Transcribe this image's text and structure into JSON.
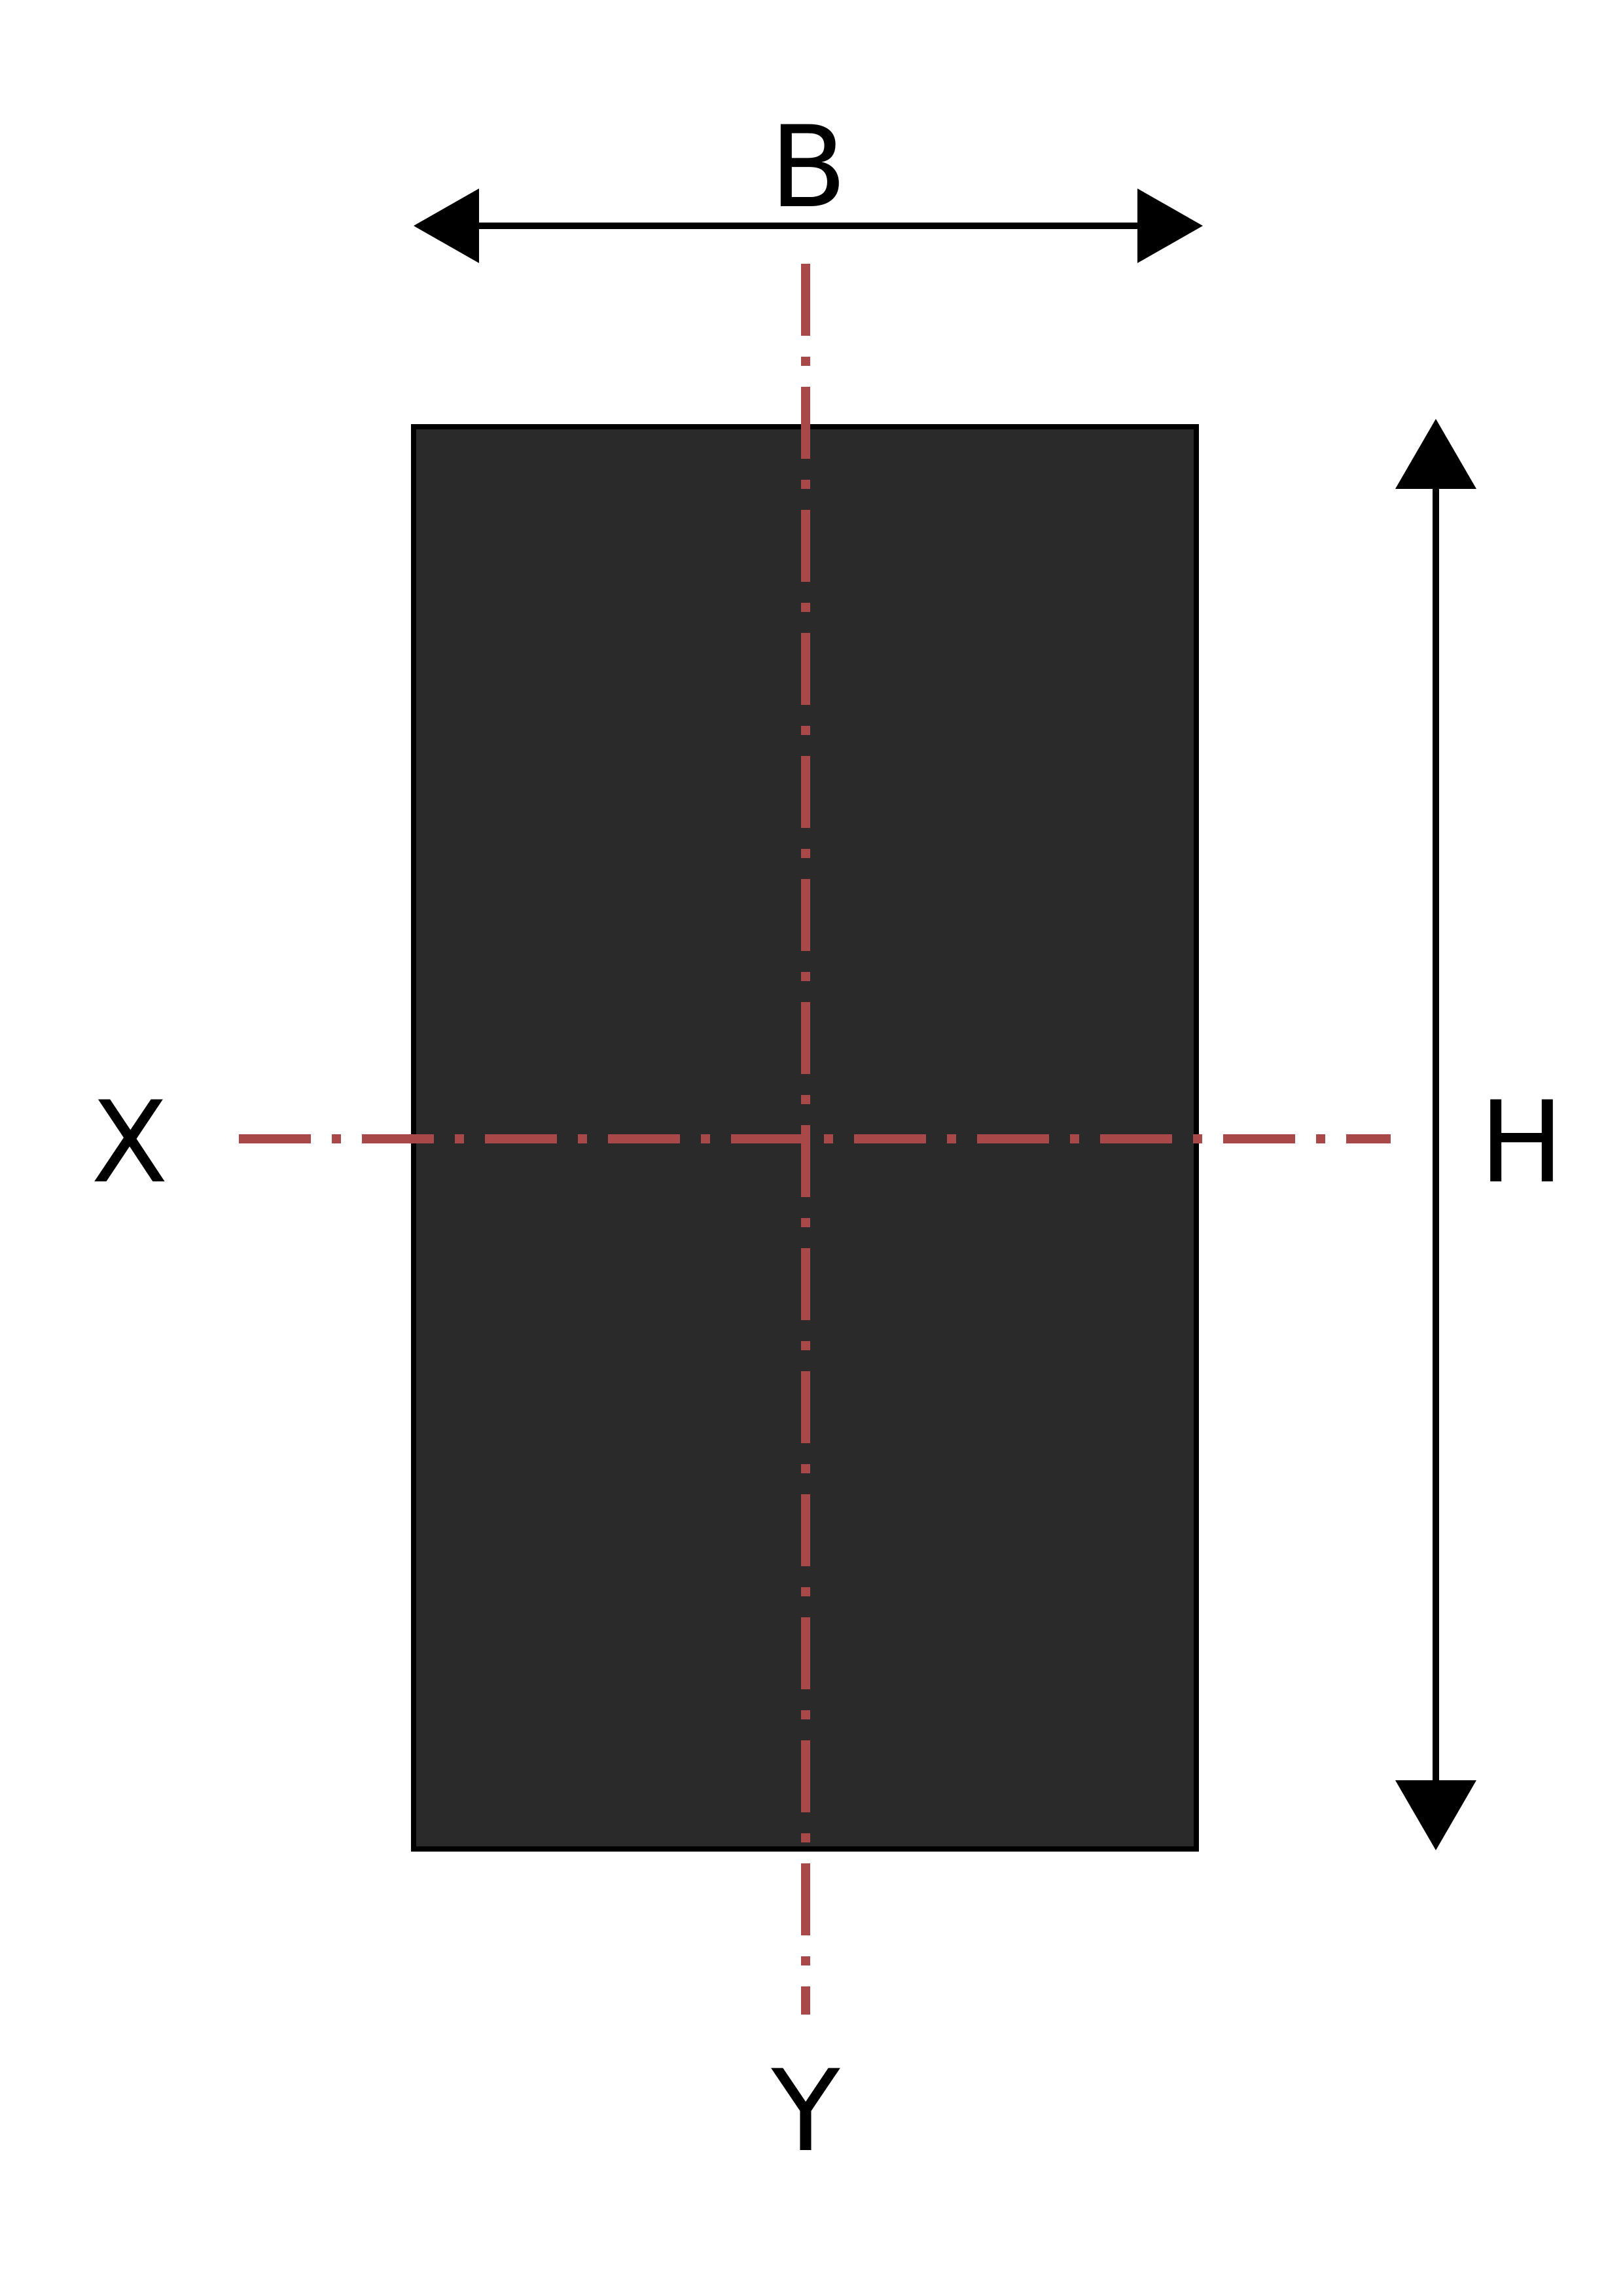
{
  "labels": {
    "width": "B",
    "height": "H",
    "x_axis": "X",
    "y_axis": "Y"
  },
  "colors": {
    "section_fill": "#2a2a2a",
    "section_stroke": "#000000",
    "axis_line": "#a84848",
    "dimension_line": "#000000",
    "background": "#ffffff"
  }
}
